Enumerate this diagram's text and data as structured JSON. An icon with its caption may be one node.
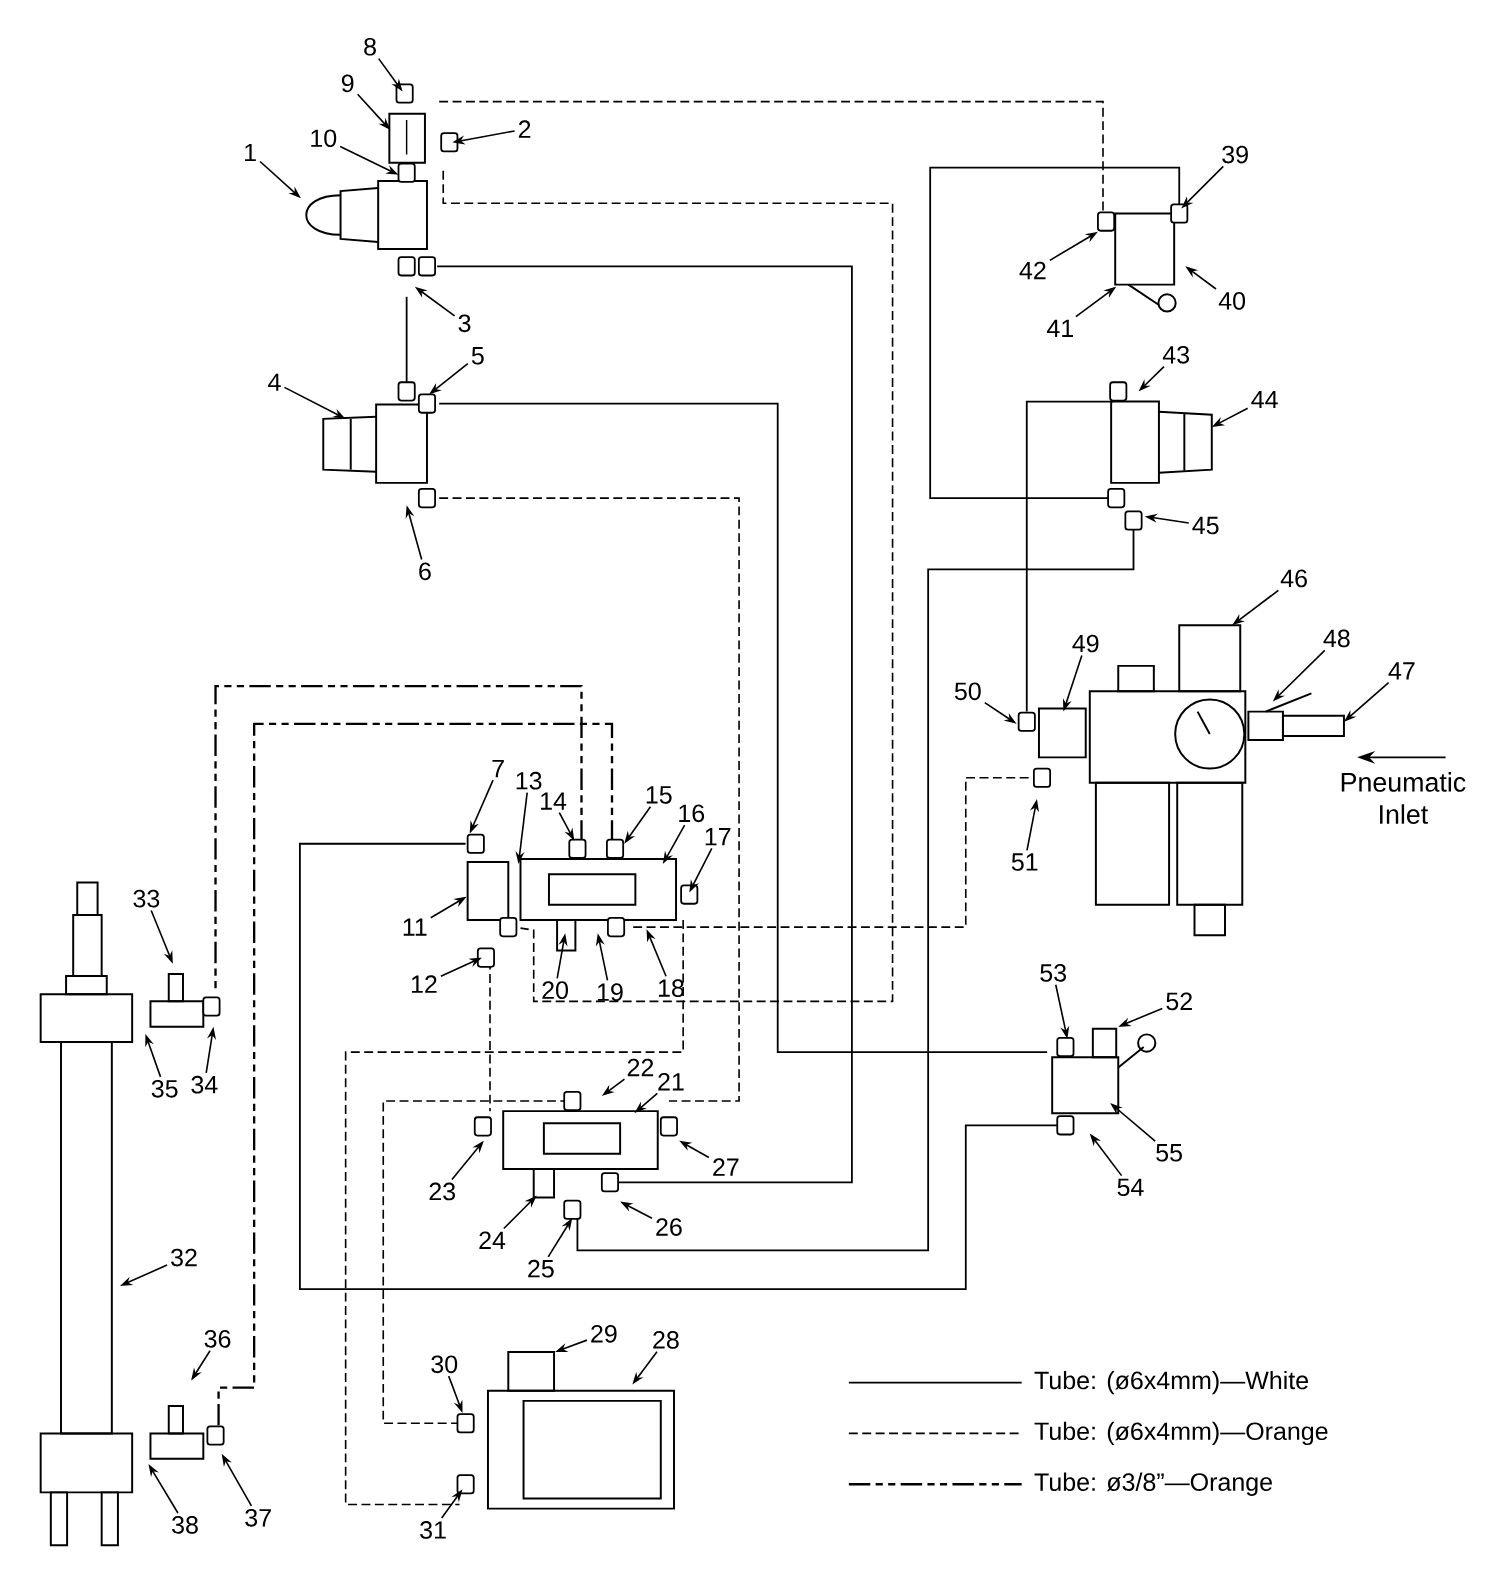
{
  "diagram": {
    "nodes": [
      {
        "text": [
          "1"
        ]
      },
      {
        "text": [
          "2"
        ]
      },
      {
        "text": [
          "3"
        ]
      },
      {
        "text": [
          "4"
        ]
      },
      {
        "text": [
          "5"
        ]
      },
      {
        "text": [
          "6"
        ]
      },
      {
        "text": [
          "7"
        ]
      },
      {
        "text": [
          "8"
        ]
      },
      {
        "text": [
          "9"
        ]
      },
      {
        "text": [
          "10"
        ]
      },
      {
        "text": [
          "11"
        ]
      },
      {
        "text": [
          "12"
        ]
      },
      {
        "text": [
          "13"
        ]
      },
      {
        "text": [
          "14"
        ]
      },
      {
        "text": [
          "15"
        ]
      },
      {
        "text": [
          "16"
        ]
      },
      {
        "text": [
          "17"
        ]
      },
      {
        "text": [
          "18"
        ]
      },
      {
        "text": [
          "19"
        ]
      },
      {
        "text": [
          "20"
        ]
      },
      {
        "text": [
          "21"
        ]
      },
      {
        "text": [
          "22"
        ]
      },
      {
        "text": [
          "23"
        ]
      },
      {
        "text": [
          "24"
        ]
      },
      {
        "text": [
          "25"
        ]
      },
      {
        "text": [
          "26"
        ]
      },
      {
        "text": [
          "27"
        ]
      },
      {
        "text": [
          "28"
        ]
      },
      {
        "text": [
          "29"
        ]
      },
      {
        "text": [
          "30"
        ]
      },
      {
        "text": [
          "31"
        ]
      },
      {
        "text": [
          "32"
        ]
      },
      {
        "text": [
          "33"
        ]
      },
      {
        "text": [
          "34"
        ]
      },
      {
        "text": [
          "35"
        ]
      },
      {
        "text": [
          "36"
        ]
      },
      {
        "text": [
          "37"
        ]
      },
      {
        "text": [
          "38"
        ]
      },
      {
        "text": [
          "39"
        ]
      },
      {
        "text": [
          "40"
        ]
      },
      {
        "text": [
          "41"
        ]
      },
      {
        "text": [
          "42"
        ]
      },
      {
        "text": [
          "43"
        ]
      },
      {
        "text": [
          "44"
        ]
      },
      {
        "text": [
          "45"
        ]
      },
      {
        "text": [
          "46"
        ]
      },
      {
        "text": [
          "47"
        ]
      },
      {
        "text": [
          "48"
        ]
      },
      {
        "text": [
          "49"
        ]
      },
      {
        "text": [
          "50"
        ]
      },
      {
        "text": [
          "51"
        ]
      },
      {
        "text": [
          "52"
        ]
      },
      {
        "text": [
          "53"
        ]
      },
      {
        "text": [
          "54"
        ]
      },
      {
        "text": [
          "55"
        ]
      }
    ],
    "edges": [
      {
        "from": 0,
        "to": null,
        "arrow": "to"
      },
      {
        "from": 1,
        "to": null,
        "arrow": "to"
      },
      {
        "from": 2,
        "to": null,
        "arrow": "to"
      },
      {
        "from": 3,
        "to": null,
        "arrow": "to"
      },
      {
        "from": 4,
        "to": null,
        "arrow": "to"
      },
      {
        "from": 5,
        "to": null,
        "arrow": "to"
      },
      {
        "from": 6,
        "to": null,
        "arrow": "to"
      },
      {
        "from": 7,
        "to": null,
        "arrow": "to"
      },
      {
        "from": 8,
        "to": null,
        "arrow": "to"
      },
      {
        "from": 9,
        "to": null,
        "arrow": "to"
      },
      {
        "from": 10,
        "to": null,
        "arrow": "to"
      },
      {
        "from": 11,
        "to": null,
        "arrow": "to"
      },
      {
        "from": 12,
        "to": null,
        "arrow": "to"
      },
      {
        "from": 13,
        "to": null,
        "arrow": "to"
      },
      {
        "from": 14,
        "to": null,
        "arrow": "to"
      },
      {
        "from": 15,
        "to": null,
        "arrow": "to"
      },
      {
        "from": 16,
        "to": null,
        "arrow": "to"
      },
      {
        "from": 17,
        "to": null,
        "arrow": "to"
      },
      {
        "from": 18,
        "to": null,
        "arrow": "to"
      },
      {
        "from": 19,
        "to": null,
        "arrow": "to"
      },
      {
        "from": 20,
        "to": null,
        "arrow": "to"
      },
      {
        "from": 21,
        "to": null,
        "arrow": "to"
      },
      {
        "from": 22,
        "to": null,
        "arrow": "to"
      },
      {
        "from": 23,
        "to": null,
        "arrow": "to"
      },
      {
        "from": 24,
        "to": null,
        "arrow": "to"
      },
      {
        "from": 25,
        "to": null,
        "arrow": "to"
      },
      {
        "from": 26,
        "to": null,
        "arrow": "to"
      },
      {
        "from": 27,
        "to": null,
        "arrow": "to"
      },
      {
        "from": 28,
        "to": null,
        "arrow": "to"
      },
      {
        "from": 29,
        "to": null,
        "arrow": "to"
      },
      {
        "from": 30,
        "to": null,
        "arrow": "to"
      },
      {
        "from": 31,
        "to": null,
        "arrow": "to"
      },
      {
        "from": 32,
        "to": null,
        "arrow": "to"
      },
      {
        "from": 33,
        "to": null,
        "arrow": "to"
      },
      {
        "from": 34,
        "to": null,
        "arrow": "to"
      },
      {
        "from": 35,
        "to": null,
        "arrow": "to"
      },
      {
        "from": 36,
        "to": null,
        "arrow": "to"
      },
      {
        "from": 37,
        "to": null,
        "arrow": "to"
      },
      {
        "from": 38,
        "to": null,
        "arrow": "to"
      },
      {
        "from": 39,
        "to": null,
        "arrow": "to"
      },
      {
        "from": 40,
        "to": null,
        "arrow": "to"
      },
      {
        "from": 41,
        "to": null,
        "arrow": "to"
      },
      {
        "from": 42,
        "to": null,
        "arrow": "to"
      },
      {
        "from": 43,
        "to": null,
        "arrow": "to"
      },
      {
        "from": 44,
        "to": null,
        "arrow": "to"
      },
      {
        "from": 45,
        "to": null,
        "arrow": "to"
      },
      {
        "from": 46,
        "to": null,
        "arrow": "to"
      },
      {
        "from": 47,
        "to": null,
        "arrow": "to"
      },
      {
        "from": 48,
        "to": null,
        "arrow": "to"
      },
      {
        "from": 49,
        "to": null,
        "arrow": "to"
      },
      {
        "from": 50,
        "to": null,
        "arrow": "to"
      },
      {
        "from": 51,
        "to": null,
        "arrow": "to"
      },
      {
        "from": 52,
        "to": null,
        "arrow": "to"
      },
      {
        "from": 53,
        "to": null,
        "arrow": "to"
      },
      {
        "from": 54,
        "to": null,
        "arrow": "to"
      }
    ],
    "labels": [
      "Pneumatic Inlet"
    ],
    "legend": [
      {
        "text": "Tube:  (ø6x4mm)—White"
      },
      {
        "text": "Tube:  (ø6x4mm)—Orange"
      },
      {
        "text": "Tube:  ø3/8”—Orange"
      }
    ]
  }
}
